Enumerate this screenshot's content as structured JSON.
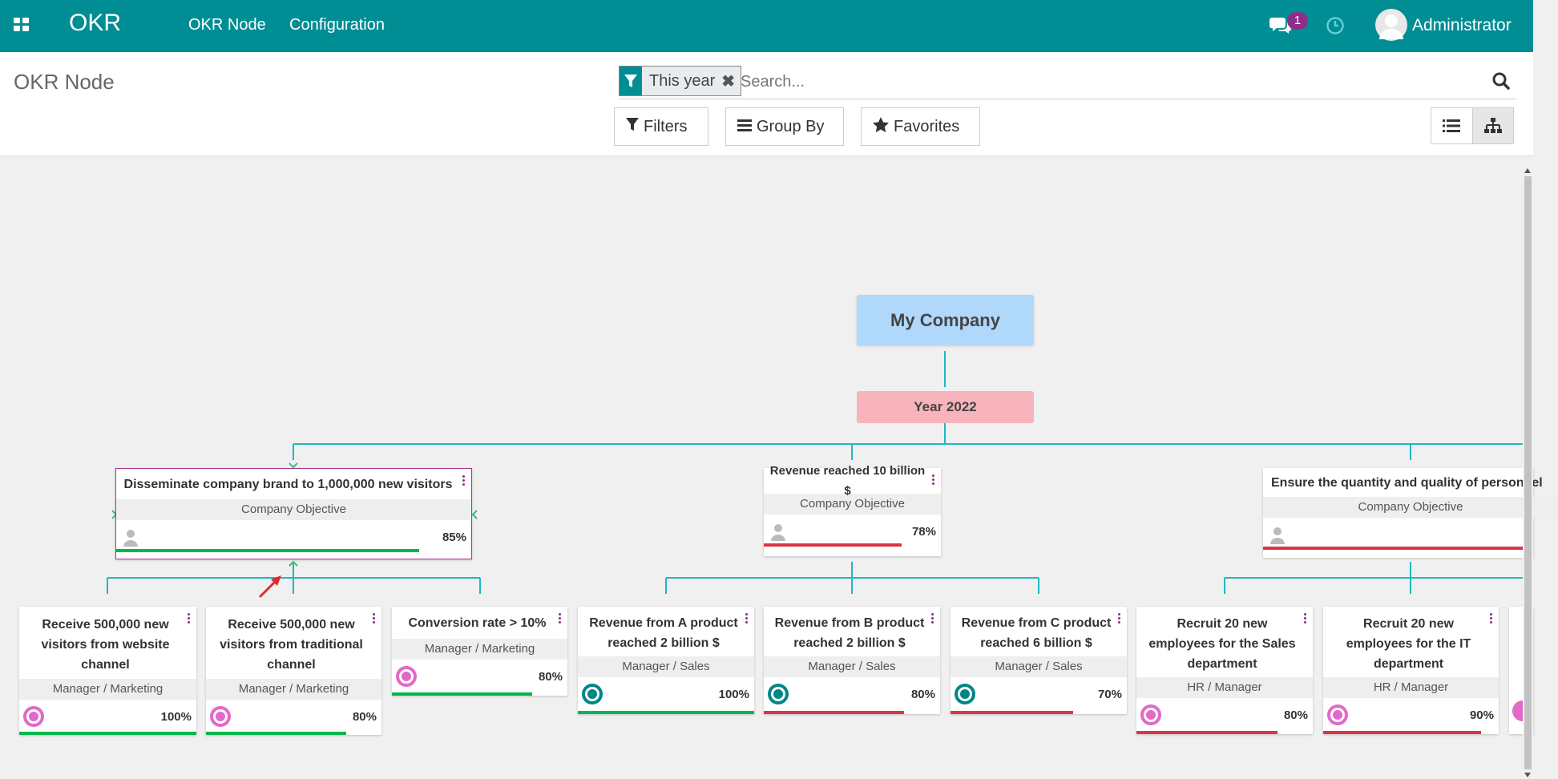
{
  "nav": {
    "brand": "OKR",
    "menu_node": "OKR Node",
    "menu_config": "Configuration",
    "chat_count": "1",
    "user": "Administrator"
  },
  "control": {
    "title": "OKR Node",
    "facet_label": "This year",
    "search_placeholder": "Search...",
    "filters": "Filters",
    "group_by": "Group By",
    "favorites": "Favorites"
  },
  "chart": {
    "root": "My Company",
    "year": "Year 2022",
    "objectives": [
      {
        "title": "Disseminate company brand to 1,000,000 new visitors",
        "category": "Company Objective",
        "progress": "85%",
        "bar_color": "#00b74a",
        "avatar": "placeholder"
      },
      {
        "title": "Revenue reached 10 billion $",
        "category": "Company Objective",
        "progress": "78%",
        "bar_color": "#dc3545",
        "avatar": "placeholder"
      },
      {
        "title": "Ensure the quantity and quality of personnel",
        "category": "Company Objective",
        "progress": "",
        "bar_color": "#dc3545",
        "avatar": "placeholder"
      }
    ],
    "key_results": [
      {
        "title": "Receive 500,000 new visitors from website channel",
        "category": "Manager / Marketing",
        "progress": "100%",
        "bar_color": "#00b74a",
        "avatar": "pink"
      },
      {
        "title": "Receive 500,000 new visitors from traditional channel",
        "category": "Manager / Marketing",
        "progress": "80%",
        "bar_color": "#00b74a",
        "avatar": "pink"
      },
      {
        "title": "Conversion rate > 10%",
        "category": "Manager / Marketing",
        "progress": "80%",
        "bar_color": "#00b74a",
        "avatar": "pink"
      },
      {
        "title": "Revenue from A product reached 2 billion $",
        "category": "Manager / Sales",
        "progress": "100%",
        "bar_color": "#00b74a",
        "avatar": "teal"
      },
      {
        "title": "Revenue from B product reached 2 billion $",
        "category": "Manager / Sales",
        "progress": "80%",
        "bar_color": "#dc3545",
        "avatar": "teal"
      },
      {
        "title": "Revenue from C product reached 6 billion $",
        "category": "Manager / Sales",
        "progress": "70%",
        "bar_color": "#dc3545",
        "avatar": "teal"
      },
      {
        "title": "Recruit 20 new employees for the Sales department",
        "category": "HR / Manager",
        "progress": "80%",
        "bar_color": "#dc3545",
        "avatar": "pink"
      },
      {
        "title": "Recruit 20 new employees for the IT department",
        "category": "HR / Manager",
        "progress": "90%",
        "bar_color": "#dc3545",
        "avatar": "pink"
      }
    ]
  }
}
